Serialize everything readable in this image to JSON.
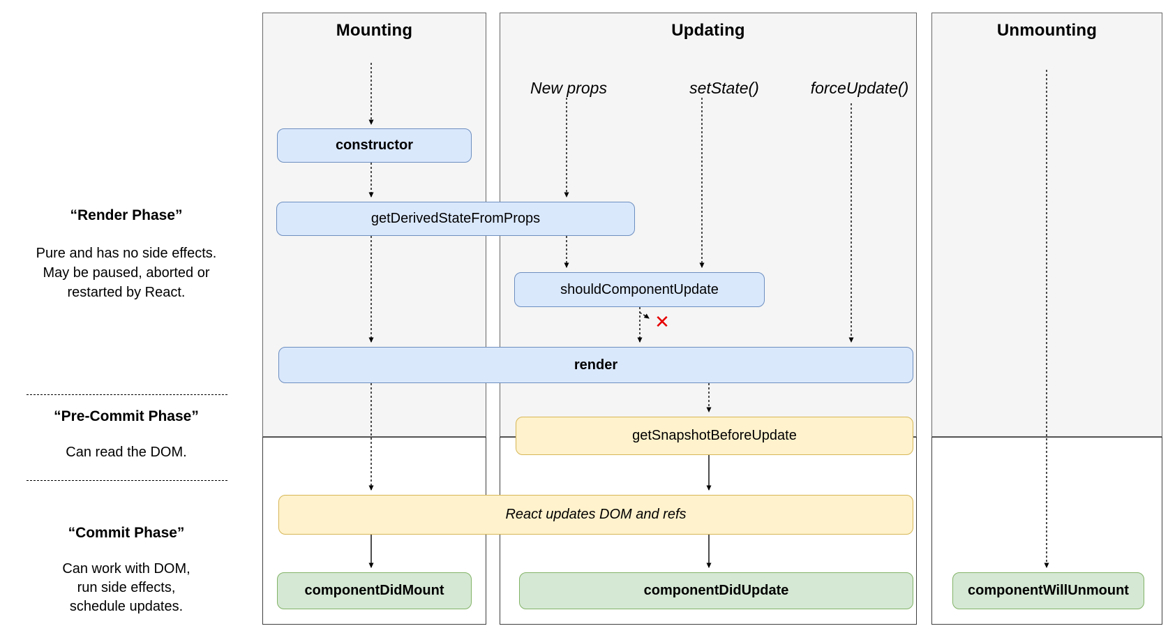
{
  "panels": {
    "mounting": {
      "title": "Mounting"
    },
    "updating": {
      "title": "Updating"
    },
    "unmounting": {
      "title": "Unmounting"
    }
  },
  "triggers": {
    "new_props": "New props",
    "set_state": "setState()",
    "force_update": "forceUpdate()"
  },
  "phases": {
    "render": {
      "title": "“Render Phase”",
      "description_lines": [
        "Pure and has no side effects.",
        "May be paused, aborted or",
        "restarted by React."
      ]
    },
    "pre_commit": {
      "title": "“Pre-Commit Phase”",
      "description_lines": [
        "Can read the DOM."
      ]
    },
    "commit": {
      "title": "“Commit Phase”",
      "description_lines": [
        "Can work with DOM,",
        "run side effects,",
        "schedule updates."
      ]
    }
  },
  "boxes": {
    "constructor": {
      "label": "constructor"
    },
    "get_derived_state_from_props": {
      "label": "getDerivedStateFromProps"
    },
    "should_component_update": {
      "label": "shouldComponentUpdate"
    },
    "render": {
      "label": "render"
    },
    "get_snapshot_before_update": {
      "label": "getSnapshotBeforeUpdate"
    },
    "react_updates": {
      "label": "React updates DOM and refs"
    },
    "component_did_mount": {
      "label": "componentDidMount"
    },
    "component_did_update": {
      "label": "componentDidUpdate"
    },
    "component_will_unmount": {
      "label": "componentWillUnmount"
    }
  },
  "icons": {
    "skip_x": "✕"
  },
  "colors": {
    "lifecycle_method": "#dae8fc",
    "lifecycle_method_border": "#6c8ebf",
    "react_internal": "#fff2cc",
    "react_internal_border": "#d6b656",
    "commit_method": "#d5e8d4",
    "commit_method_border": "#82b366",
    "panel_fill": "#f5f5f5",
    "panel_border": "#666666",
    "panel_lower_border": "#3d3d3d",
    "skip_x_color": "#e60000"
  }
}
